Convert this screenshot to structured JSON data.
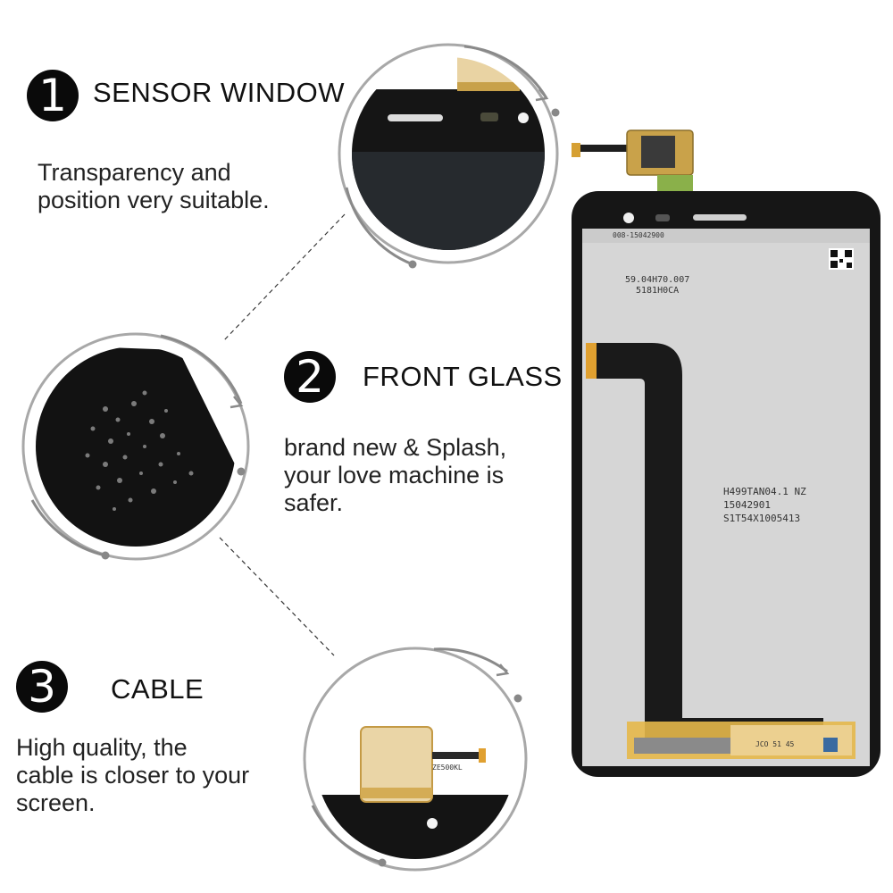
{
  "sections": [
    {
      "number": "1",
      "title": "SENSOR WINDOW",
      "description": "Transparency and\nposition very suitable."
    },
    {
      "number": "2",
      "title": "FRONT GLASS",
      "description": "brand  new & Splash,\nyour love machine is\nsafer."
    },
    {
      "number": "3",
      "title": "CABLE",
      "description": "High quality, the\ncable is closer to your\nscreen."
    }
  ],
  "panel_labels": {
    "top_left_a": "59.04H70.007",
    "top_left_b": "5181H0CA",
    "middle_a": "H499TAN04.1 NZ",
    "middle_b": "15042901",
    "middle_c": "S1T54X1005413",
    "cable_chip": "ZE500KL",
    "top_strip": "008-15042900",
    "bottom_strip": "JCO 51 45"
  },
  "colors": {
    "panel_black": "#161616",
    "lcd_gray": "#d6d6d6",
    "cable_black": "#1a1a1a",
    "flex_gold": "#e6b84a",
    "ring_gray": "#9a9a9a"
  }
}
